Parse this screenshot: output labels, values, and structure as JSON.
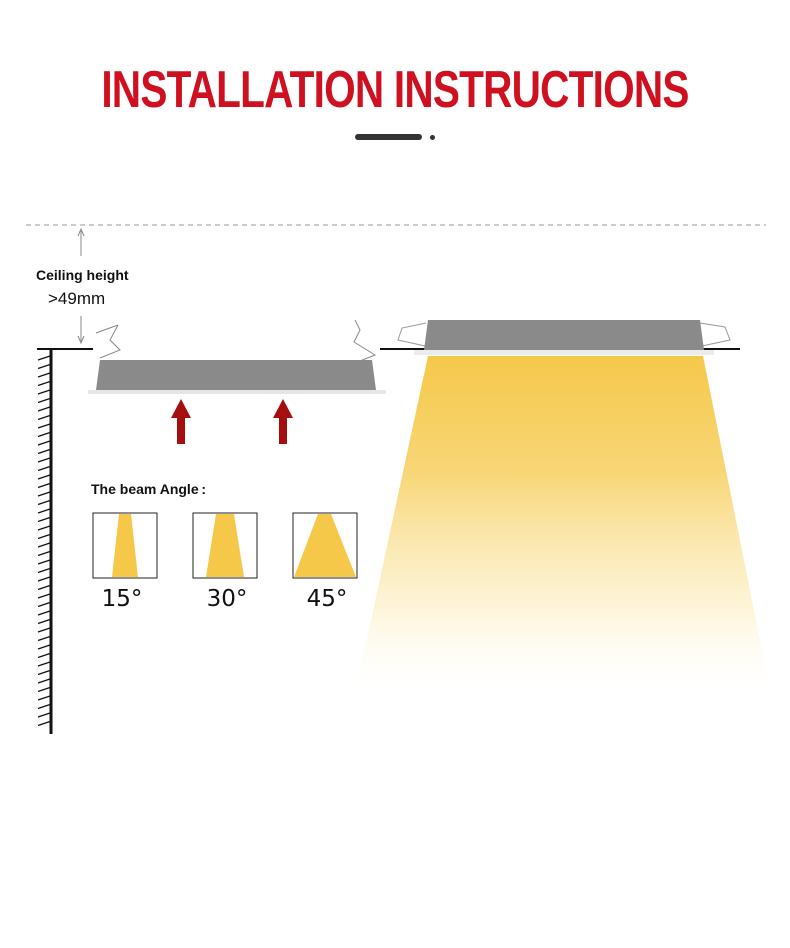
{
  "header": {
    "title": "INSTALLATION INSTRUCTIONS"
  },
  "ceiling": {
    "label": "Ceiling height",
    "value": ">49mm"
  },
  "beam": {
    "label": "The beam Angle :",
    "angles": [
      "15°",
      "30°",
      "45°"
    ]
  },
  "colors": {
    "title_red": "#cf1020",
    "arrow_red": "#a50f0f",
    "panel_gray": "#8a8a8a",
    "light_yellow": "#f5c84a"
  }
}
